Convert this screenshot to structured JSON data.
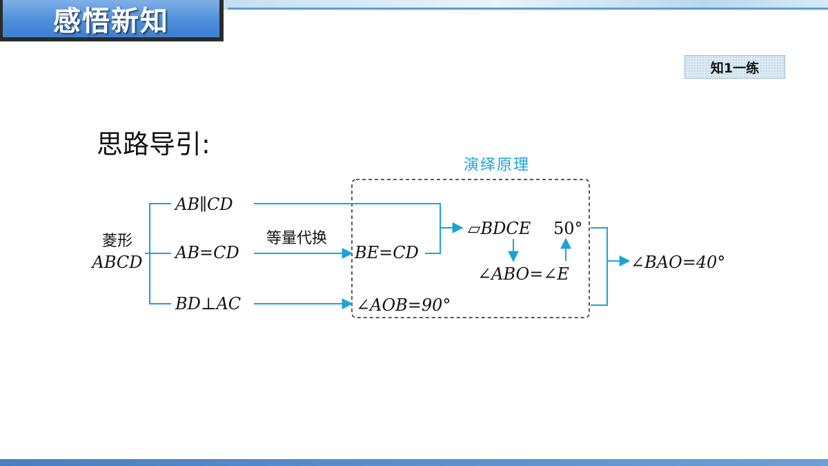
{
  "header": {
    "title": "感悟新知"
  },
  "badge": {
    "label": "知1一练"
  },
  "heading": "思路导引:",
  "diagram": {
    "box_label": "演绎原理",
    "start_line1": "菱形",
    "start_line2": "ABCD",
    "branch1": "AB∥CD",
    "branch2": "AB=CD",
    "branch3": "BD⊥AC",
    "substitution_label": "等量代换",
    "be_cd": "BE=CD",
    "parallelogram": "▱BDCE",
    "angle_50": "50°",
    "angle_equal": "∠ABO=∠E",
    "angle_aob": "∠AOB=90°",
    "result": "∠BAO=40°"
  },
  "colors": {
    "accent": "#1aa3d9",
    "title_blue": "#4d8fdc"
  }
}
